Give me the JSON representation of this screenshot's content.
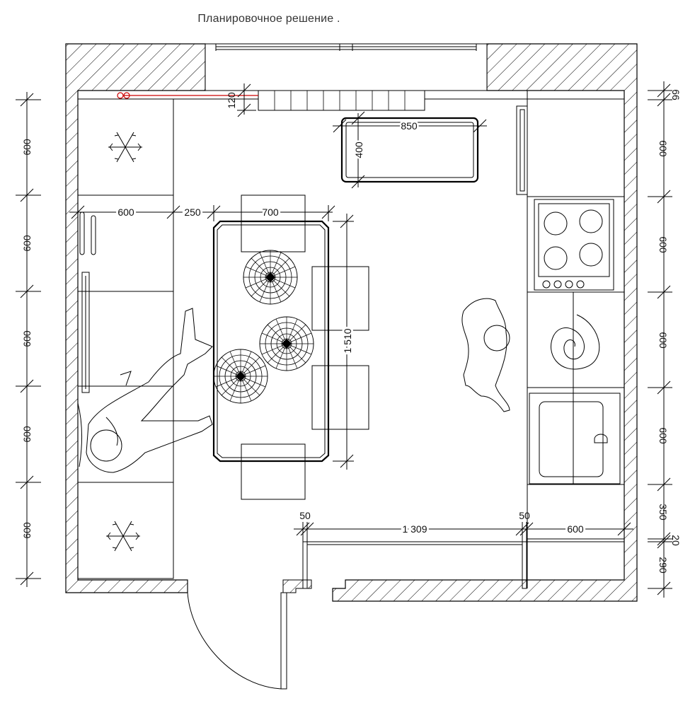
{
  "title": "Планировочное решение .",
  "colors": {
    "line": "#000000",
    "accent": "#cc0000",
    "text": "#111111"
  },
  "dimensions": {
    "left_600_1": "600",
    "left_600_2": "600",
    "left_600_3": "600",
    "left_600_4": "600",
    "left_600_5": "600",
    "right_66": "66",
    "right_600_1": "600",
    "right_600_2": "600",
    "right_600_3": "600",
    "right_600_4": "600",
    "right_350": "350",
    "right_20": "20",
    "right_290": "290",
    "pipe_120": "120",
    "sink_w_850": "850",
    "sink_d_400": "400",
    "depth_600": "600",
    "gap_250": "250",
    "table_w_700": "700",
    "table_l_1510": "1 510",
    "bottom_50_a": "50",
    "bottom_1309": "1 309",
    "bottom_50_b": "50",
    "bottom_600": "600"
  },
  "icons": [
    "snowflake-icon",
    "snowflake-icon",
    "hob-icon",
    "sink-icon",
    "door-swing-icon",
    "person-icon",
    "plant-icon"
  ]
}
